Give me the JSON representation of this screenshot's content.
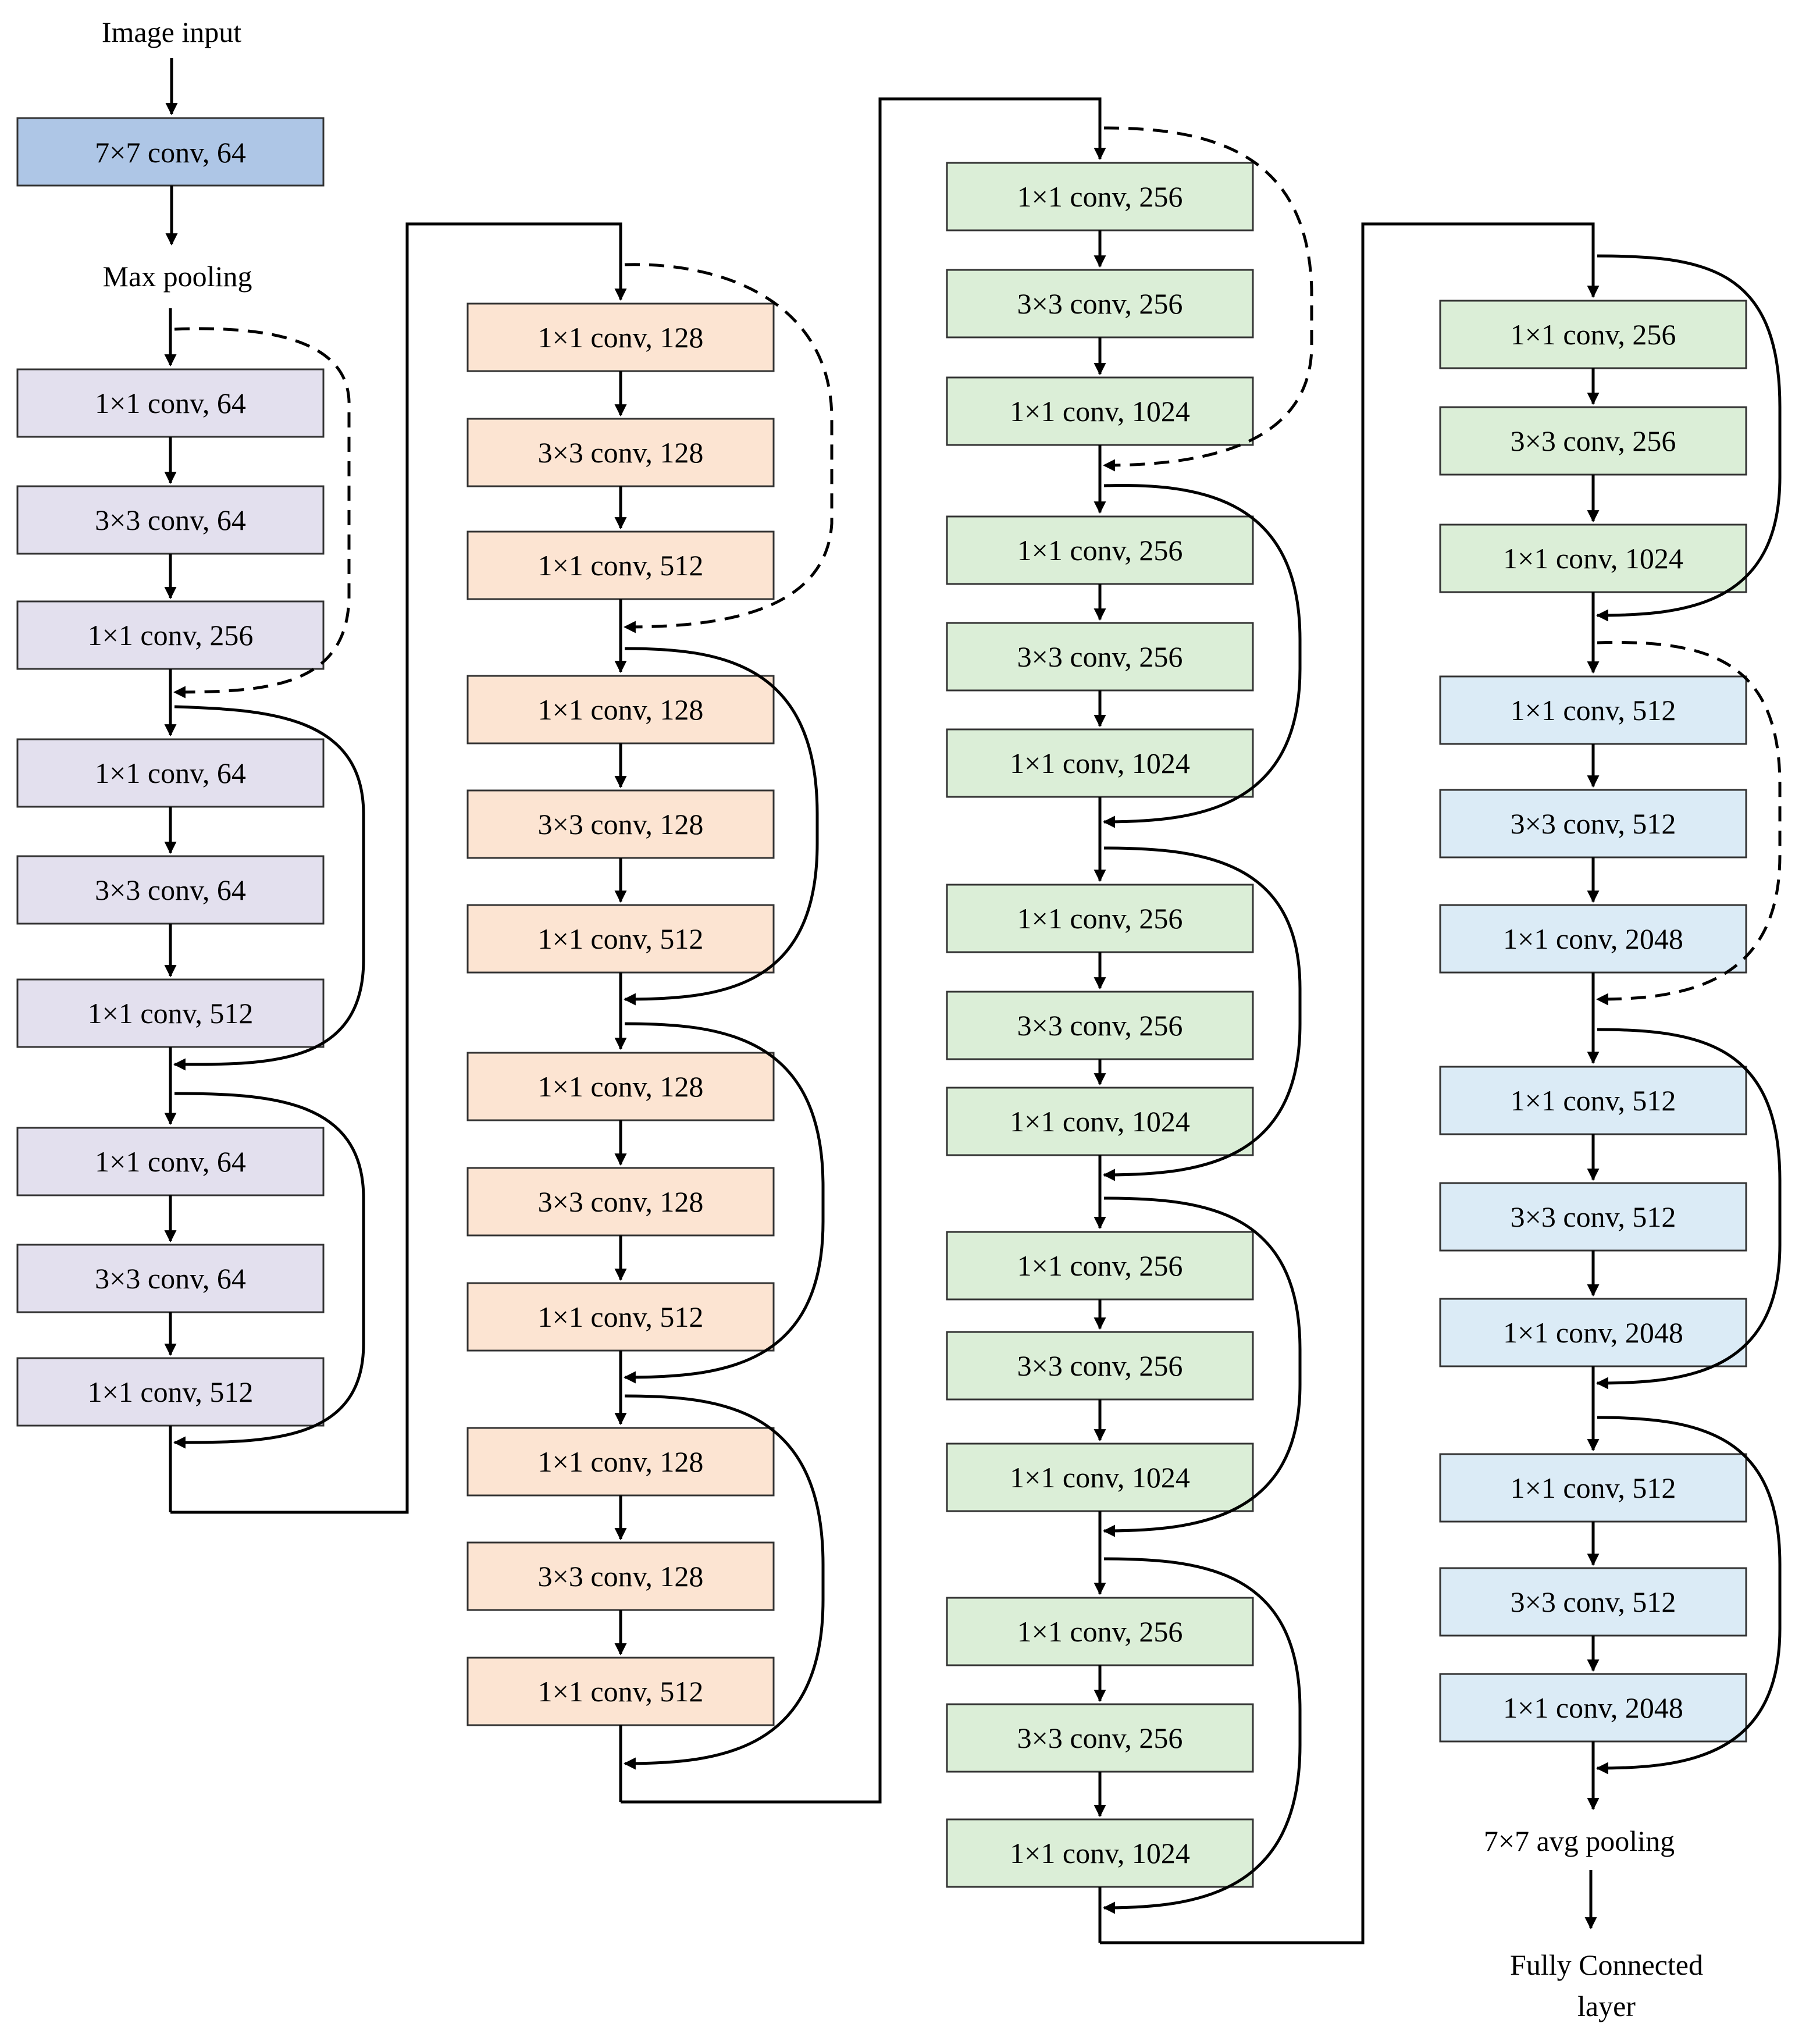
{
  "colors": {
    "stem": "#aec6e6",
    "stage1": "#e3e0ee",
    "stage2": "#fce4d2",
    "stage3": "#dbeed7",
    "stage4": "#dbebf6",
    "border": "#333333",
    "line": "#000000"
  },
  "labels": {
    "input": "Image input",
    "max_pool": "Max pooling",
    "avg_pool": "7×7 avg pooling",
    "fc_line1": "Fully Connected",
    "fc_line2": "layer"
  },
  "stem": {
    "label": "7×7  conv, 64"
  },
  "stages": [
    {
      "name": "stage-1",
      "color_key": "stage1",
      "blocks": [
        [
          "1×1 conv, 64",
          "3×3 conv, 64",
          "1×1 conv, 256"
        ],
        [
          "1×1 conv, 64",
          "3×3 conv, 64",
          "1×1 conv, 512"
        ],
        [
          "1×1 conv, 64",
          "3×3 conv, 64",
          "1×1 conv, 512"
        ]
      ]
    },
    {
      "name": "stage-2",
      "color_key": "stage2",
      "blocks": [
        [
          "1×1 conv, 128",
          "3×3 conv, 128",
          "1×1 conv, 512"
        ],
        [
          "1×1 conv, 128",
          "3×3 conv, 128",
          "1×1 conv, 512"
        ],
        [
          "1×1 conv, 128",
          "3×3 conv, 128",
          "1×1 conv, 512"
        ],
        [
          "1×1 conv, 128",
          "3×3 conv, 128",
          "1×1 conv, 512"
        ]
      ]
    },
    {
      "name": "stage-3",
      "color_key": "stage3",
      "blocks": [
        [
          "1×1 conv, 256",
          "3×3 conv, 256",
          "1×1 conv, 1024"
        ],
        [
          "1×1 conv, 256",
          "3×3 conv, 256",
          "1×1 conv, 1024"
        ],
        [
          "1×1 conv, 256",
          "3×3 conv, 256",
          "1×1 conv, 1024"
        ],
        [
          "1×1 conv, 256",
          "3×3 conv, 256",
          "1×1 conv, 1024"
        ],
        [
          "1×1 conv, 256",
          "3×3 conv, 256",
          "1×1 conv, 1024"
        ]
      ]
    },
    {
      "name": "stage-4a",
      "color_key": "stage3",
      "blocks": [
        [
          "1×1 conv, 256",
          "3×3 conv, 256",
          "1×1 conv, 1024"
        ]
      ]
    },
    {
      "name": "stage-4b",
      "color_key": "stage4",
      "blocks": [
        [
          "1×1 conv, 512",
          "3×3 conv, 512",
          "1×1 conv, 2048"
        ],
        [
          "1×1 conv, 512",
          "3×3 conv, 512",
          "1×1 conv, 2048"
        ],
        [
          "1×1 conv, 512",
          "3×3 conv, 512",
          "1×1 conv, 2048"
        ]
      ]
    }
  ]
}
